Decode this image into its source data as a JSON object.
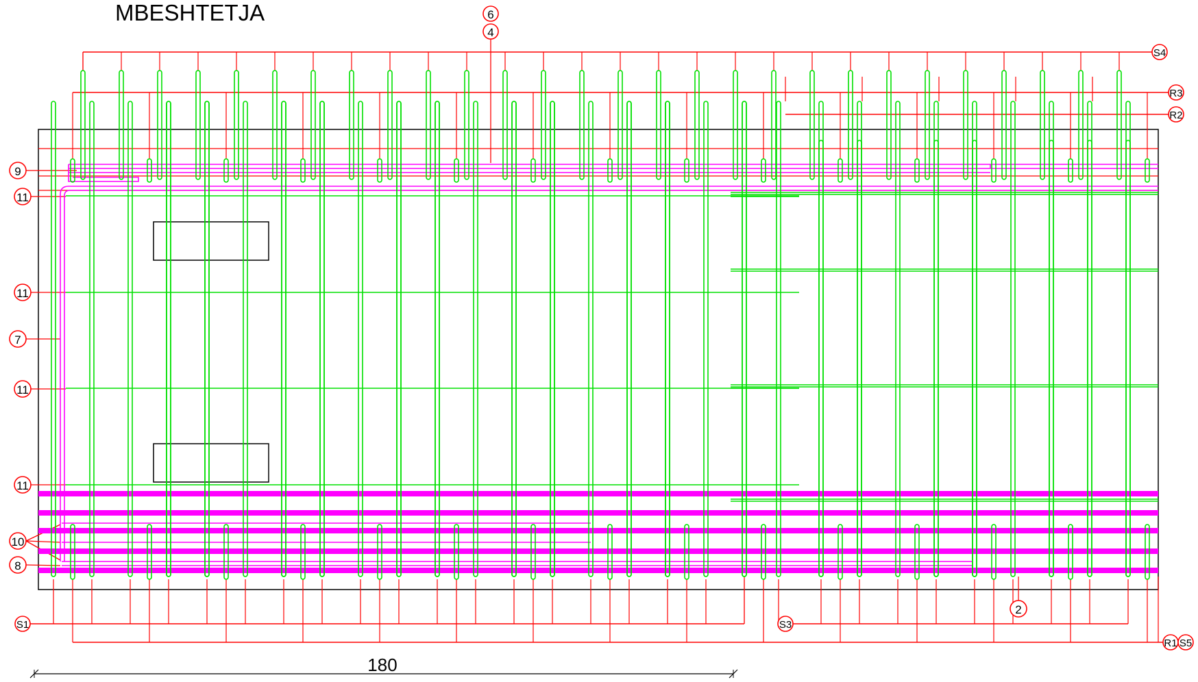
{
  "title": "MBESHTETJA",
  "colors": {
    "rebar": "#00e000",
    "leader": "#ff0000",
    "magenta": "#ff00ff",
    "outline": "#000000",
    "dimension": "#000000"
  },
  "markers": {
    "m6": "6",
    "m4": "4",
    "s4": "S4",
    "r3": "R3",
    "r2": "R2",
    "m9": "9",
    "m11a": "11",
    "m11b": "11",
    "m7": "7",
    "m11c": "11",
    "m11d": "11",
    "m10": "10",
    "m8": "8",
    "s1": "S1",
    "s3": "S3",
    "m2": "2",
    "r1": "R1",
    "s5": "S5"
  },
  "dimension": {
    "value": "180"
  }
}
